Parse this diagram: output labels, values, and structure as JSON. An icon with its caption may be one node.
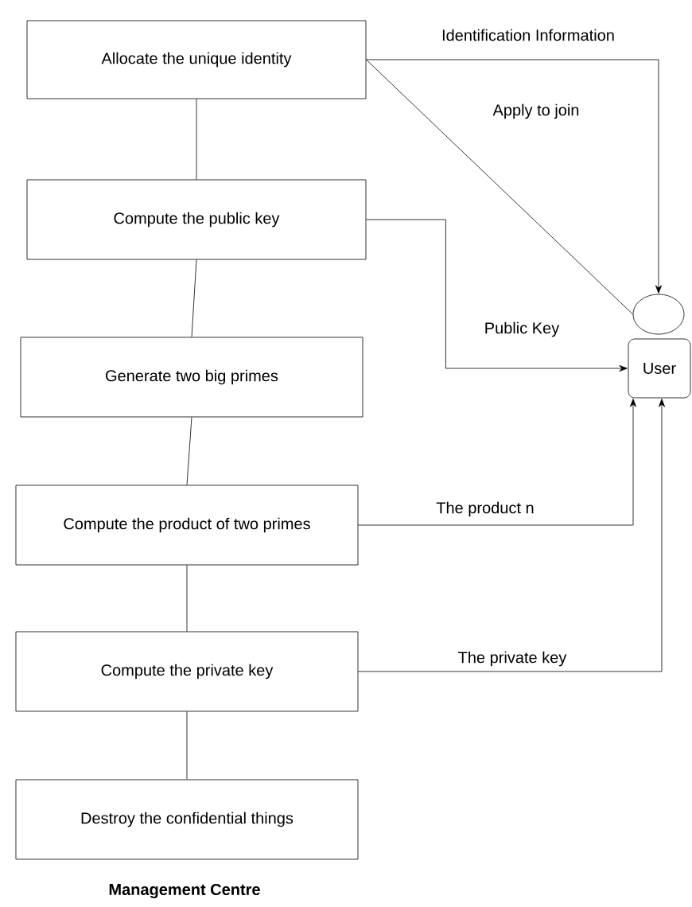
{
  "diagram": {
    "caption": "Management Centre",
    "nodes": [
      {
        "text": [
          "Allocate the unique identity"
        ]
      },
      {
        "text": [
          "Compute the public key"
        ]
      },
      {
        "text": [
          "Generate two big primes"
        ]
      },
      {
        "text": [
          "Compute the product of two primes"
        ]
      },
      {
        "text": [
          "Compute the private key"
        ]
      },
      {
        "text": [
          "Destroy the confidential things"
        ]
      },
      {
        "text": [],
        "shape": "circle"
      },
      {
        "text": [
          "User"
        ]
      }
    ],
    "edges": [
      {
        "from": 0,
        "to": 1,
        "arrow": "none"
      },
      {
        "from": 1,
        "to": 2,
        "arrow": "none"
      },
      {
        "from": 2,
        "to": 3,
        "arrow": "none"
      },
      {
        "from": 3,
        "to": 4,
        "arrow": "none"
      },
      {
        "from": 4,
        "to": 5,
        "arrow": "none"
      },
      {
        "from": 0,
        "to": 6,
        "arrow": "to",
        "label": "Identification Information"
      },
      {
        "from": 6,
        "to": 0,
        "arrow": "none",
        "label": "Apply to join"
      },
      {
        "from": 1,
        "to": 7,
        "arrow": "to",
        "label": "Public Key"
      },
      {
        "from": 3,
        "to": 7,
        "arrow": "to",
        "label": "The product n"
      },
      {
        "from": 4,
        "to": 7,
        "arrow": "to",
        "label": "The private key"
      }
    ]
  }
}
